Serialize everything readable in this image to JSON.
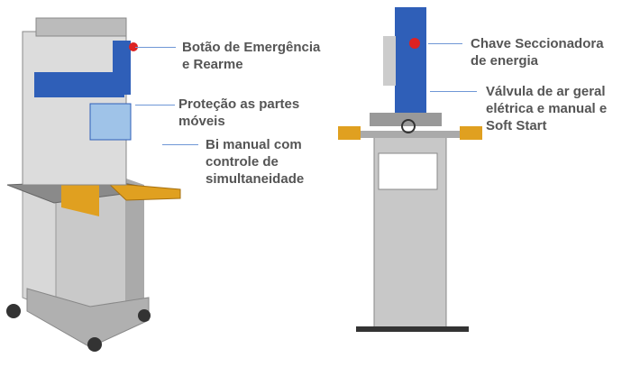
{
  "labels": {
    "emergency": "Botão de Emergência\ne Rearme",
    "protection": "Proteção as partes\nmóveis",
    "bimanual": "Bi manual com\ncontrole de\nsimultaneidade",
    "switch": "Chave Seccionadora\nde energia",
    "valve": "Válvula de ar geral\nelétrica e manual e\nSoft Start"
  },
  "colors": {
    "accent": "#6f97d6",
    "panel": "#2f5fb8",
    "frame": "#c8c8c8",
    "pedal": "#e0a020"
  }
}
